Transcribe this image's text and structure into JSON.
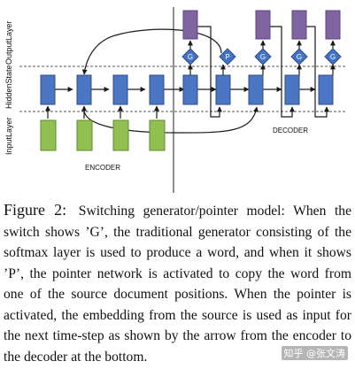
{
  "diagram": {
    "layer_labels": {
      "output": "OutputLayer",
      "hidden": "HiddenState",
      "input": "InputLayer"
    },
    "encoder_label": "ENCODER",
    "decoder_label": "DECODER",
    "switch_labels": [
      "G",
      "P",
      "G",
      "G",
      "G"
    ],
    "colors": {
      "hidden": "#4a76c4",
      "input": "#92c050",
      "output": "#8064a2",
      "switch": "#4472c4",
      "border": "#2c4d86"
    }
  },
  "caption": {
    "label": "Figure 2:",
    "text": "Switching generator/pointer model: When the switch shows ’G’, the traditional generator consisting of the softmax layer is used to produce a word, and when it shows ’P’, the pointer network is activated to copy the word from one of the source document positions. When the pointer is activated, the embedding from the source is used as input for the next time-step as shown by the arrow from the encoder to the decoder at the bottom."
  },
  "watermark": "知乎 @张文涛"
}
